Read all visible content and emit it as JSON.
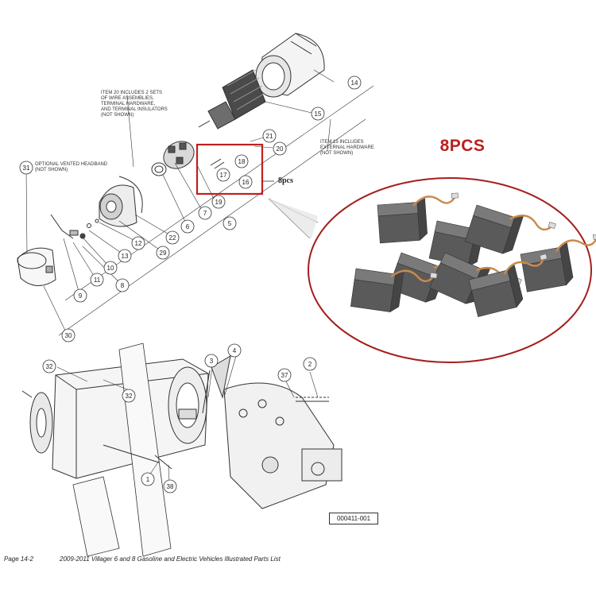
{
  "notes": {
    "item20": "ITEM 20 INCLUDES 2 SETS\nOF WIRE ASSEMBLIES,\nTERMINAL HARDWARE,\nAND TERMINAL INSULATORS\n(NOT SHOWN)",
    "item15": "ITEM 15 INCLUDES\nEXTERNAL HARDWARE\n(NOT SHOWN)",
    "item31": "OPTIONAL VENTED HEADBAND\n(NOT SHOWN)"
  },
  "badge": {
    "title": "8PCS",
    "pointer_label": "8pcs"
  },
  "figure_id": "000411-001",
  "footer": {
    "page": "Page 14-2",
    "title": "2009-2011 Villager 6 and 8 Gasoline and Electric Vehicles Illustrated Parts List"
  },
  "callouts": {
    "top": [
      "14",
      "15",
      "21",
      "20",
      "18",
      "17",
      "16",
      "19",
      "5",
      "7",
      "6",
      "22",
      "29",
      "31",
      "12",
      "13",
      "10",
      "8",
      "11",
      "9",
      "30"
    ],
    "bottom": [
      "32",
      "32",
      "3",
      "4",
      "37",
      "2",
      "1",
      "38"
    ]
  },
  "colors": {
    "highlight_box": "#c0201e",
    "ellipse_border": "#a3201c",
    "brush_body": "#5a5a5a",
    "copper_wire": "#c98a4a",
    "line_art": "#333333"
  },
  "icons": [
    "carbon-brush-icon",
    "motor-housing-icon",
    "armature-icon",
    "end-cap-icon"
  ]
}
